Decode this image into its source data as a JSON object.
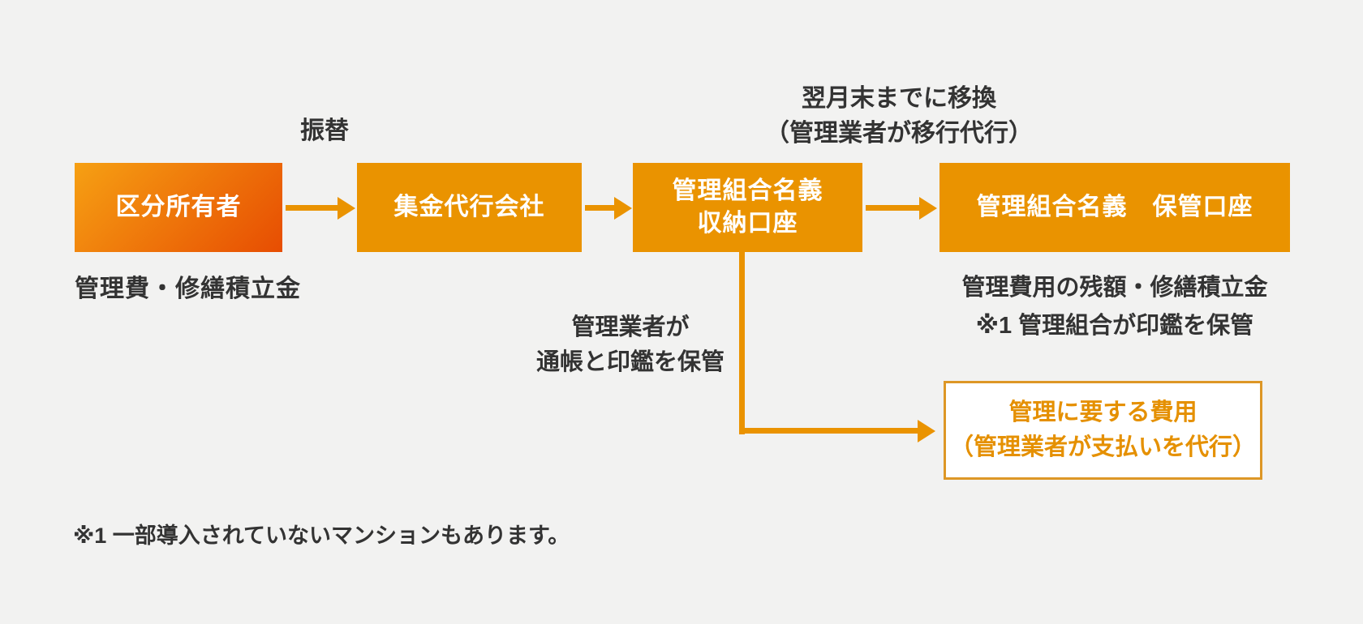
{
  "colors": {
    "bg": "#f2f2f1",
    "box_orange": "#ea9300",
    "grad_start": "#f6a013",
    "grad_end": "#e74d02",
    "text_dark": "#333333",
    "box_text": "#ffffff",
    "expense_border": "#dd9726",
    "expense_text": "#e59000",
    "expense_bg": "#ffffff"
  },
  "diagram": {
    "boxes": {
      "owner": {
        "label": "区分所有者",
        "caption": "管理費・修繕積立金"
      },
      "agency": {
        "label": "集金代行会社"
      },
      "collection": {
        "label_line1": "管理組合名義",
        "label_line2": "収納口座",
        "caption_line1": "管理業者が",
        "caption_line2": "通帳と印鑑を保管"
      },
      "custody": {
        "label": "管理組合名義　保管口座",
        "caption_line1": "管理費用の残額・修繕積立金",
        "caption_line2": "※1 管理組合が印鑑を保管"
      }
    },
    "labels": {
      "furikae": "振替",
      "transfer_line1": "翌月末までに移換",
      "transfer_line2": "（管理業者が移行代行）"
    },
    "expense_box": {
      "line1": "管理に要する費用",
      "line2": "（管理業者が支払いを代行）"
    },
    "footnote": "※1 一部導入されていないマンションもあります。"
  }
}
